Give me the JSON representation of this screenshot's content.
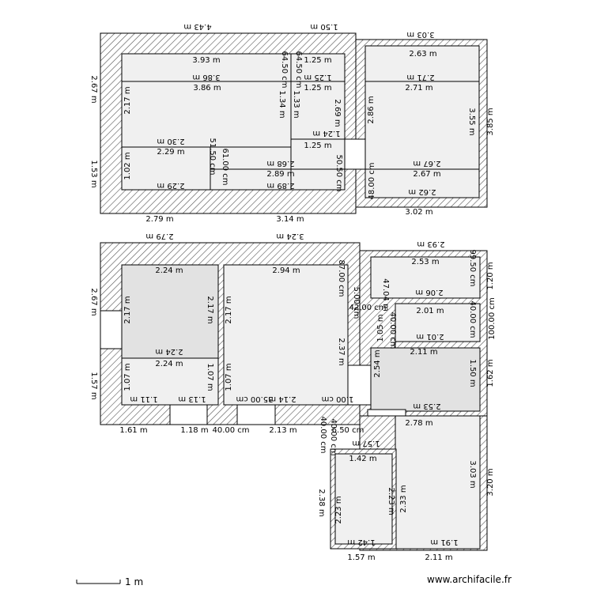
{
  "footer": {
    "scale_label": "1 m",
    "credit": "www.archifacile.fr"
  },
  "colors": {
    "wall_stroke": "#000000",
    "hatch": "#444444",
    "room_fill": "#f0f0f0",
    "room_fill_dark": "#e2e2e2"
  },
  "labels": [
    {
      "text": "4.43 m",
      "rot": 180
    },
    {
      "text": "1.50 m",
      "rot": 180
    },
    {
      "text": "3.03 m",
      "rot": 180
    },
    {
      "text": "3.93 m",
      "rot": 0
    },
    {
      "text": "1.25 m",
      "rot": 0
    },
    {
      "text": "2.63 m",
      "rot": 0
    },
    {
      "text": "3.86 m",
      "rot": 180
    },
    {
      "text": "1.25 m",
      "rot": 180
    },
    {
      "text": "2.71 m",
      "rot": 180
    },
    {
      "text": "3.86 m",
      "rot": 0
    },
    {
      "text": "1.25 m",
      "rot": 0
    },
    {
      "text": "2.71 m",
      "rot": 0
    },
    {
      "text": "64.50 cm",
      "rot": 90
    },
    {
      "text": "64.50 cm",
      "rot": 90
    },
    {
      "text": "1.34 m",
      "rot": 90
    },
    {
      "text": "1.33 m",
      "rot": 90
    },
    {
      "text": "2.67 m",
      "rot": 90
    },
    {
      "text": "2.17 m",
      "rot": -90
    },
    {
      "text": "2.69 m",
      "rot": 90
    },
    {
      "text": "2.86 m",
      "rot": -90
    },
    {
      "text": "3.55 m",
      "rot": 90
    },
    {
      "text": "3.85 m",
      "rot": -90
    },
    {
      "text": "1.24 m",
      "rot": 180
    },
    {
      "text": "1.25 m",
      "rot": 0
    },
    {
      "text": "2.30 m",
      "rot": 180
    },
    {
      "text": "2.29 m",
      "rot": 0
    },
    {
      "text": "51.50 cm",
      "rot": 90
    },
    {
      "text": "61.00 cm",
      "rot": 90
    },
    {
      "text": "1.02 m",
      "rot": -90
    },
    {
      "text": "1.53 m",
      "rot": 90
    },
    {
      "text": "2.68 m",
      "rot": 180
    },
    {
      "text": "2.89 m",
      "rot": 0
    },
    {
      "text": "50.50 cm",
      "rot": 90
    },
    {
      "text": "2.67 m",
      "rot": 180
    },
    {
      "text": "2.67 m",
      "rot": 0
    },
    {
      "text": "2.29 m",
      "rot": 180
    },
    {
      "text": "2.89 m",
      "rot": 180
    },
    {
      "text": "48.00 cm",
      "rot": -90
    },
    {
      "text": "2.62 m",
      "rot": 180
    },
    {
      "text": "2.79 m",
      "rot": 0
    },
    {
      "text": "3.14 m",
      "rot": 0
    },
    {
      "text": "3.02 m",
      "rot": 0
    },
    {
      "text": "2.79 m",
      "rot": 180
    },
    {
      "text": "3.24 m",
      "rot": 180
    },
    {
      "text": "2.93 m",
      "rot": 180
    },
    {
      "text": "2.24 m",
      "rot": 0
    },
    {
      "text": "2.94 m",
      "rot": 0
    },
    {
      "text": "2.53 m",
      "rot": 0
    },
    {
      "text": "87.00 cm",
      "rot": 90
    },
    {
      "text": "99.50 cm",
      "rot": 90
    },
    {
      "text": "1.20 m",
      "rot": -90
    },
    {
      "text": "2.06 m",
      "rot": 180
    },
    {
      "text": "47.04 m",
      "rot": 90
    },
    {
      "text": "5.00 cm",
      "rot": 90
    },
    {
      "text": "42.00 cm",
      "rot": 0
    },
    {
      "text": "2.01 m",
      "rot": 0
    },
    {
      "text": "40.00 cm",
      "rot": 90
    },
    {
      "text": "100.00 cm",
      "rot": -90
    },
    {
      "text": "2.67 m",
      "rot": 90
    },
    {
      "text": "2.17 m",
      "rot": -90
    },
    {
      "text": "2.17 m",
      "rot": 90
    },
    {
      "text": "2.17 m",
      "rot": -90
    },
    {
      "text": "1.05 m",
      "rot": -90
    },
    {
      "text": "40.00 cm",
      "rot": 90
    },
    {
      "text": "2.01 m",
      "rot": 180
    },
    {
      "text": "2.37 m",
      "rot": 90
    },
    {
      "text": "2.11 m",
      "rot": 0
    },
    {
      "text": "2.54 m",
      "rot": -90
    },
    {
      "text": "2.24 m",
      "rot": 180
    },
    {
      "text": "2.24 m",
      "rot": 0
    },
    {
      "text": "1.57 m",
      "rot": 90
    },
    {
      "text": "1.07 m",
      "rot": -90
    },
    {
      "text": "1.07 m",
      "rot": 90
    },
    {
      "text": "1.07 m",
      "rot": -90
    },
    {
      "text": "1.50 m",
      "rot": 90
    },
    {
      "text": "1.62 m",
      "rot": -90
    },
    {
      "text": "1.11 m",
      "rot": 180
    },
    {
      "text": "1.13 m",
      "rot": 180
    },
    {
      "text": "35.00 cm",
      "rot": 180
    },
    {
      "text": "2.14 m",
      "rot": 180
    },
    {
      "text": "1.00 cm",
      "rot": 180
    },
    {
      "text": "2.53 m",
      "rot": 180
    },
    {
      "text": "1.61 m",
      "rot": 0
    },
    {
      "text": "1.18 m",
      "rot": 0
    },
    {
      "text": "40.00 cm",
      "rot": 0
    },
    {
      "text": "2.13 m",
      "rot": 0
    },
    {
      "text": "6.50 cm",
      "rot": 0
    },
    {
      "text": "2.78 m",
      "rot": 0
    },
    {
      "text": "40.00 cm",
      "rot": 90
    },
    {
      "text": "40.00 cm",
      "rot": 90
    },
    {
      "text": "1.57 m",
      "rot": 180
    },
    {
      "text": "1.42 m",
      "rot": 0
    },
    {
      "text": "3.03 m",
      "rot": 90
    },
    {
      "text": "3.20 m",
      "rot": -90
    },
    {
      "text": "2.38 m",
      "rot": 90
    },
    {
      "text": "2.23 m",
      "rot": -90
    },
    {
      "text": "2.23 m",
      "rot": 90
    },
    {
      "text": "2.33 m",
      "rot": -90
    },
    {
      "text": "1.42 m",
      "rot": 180
    },
    {
      "text": "1.91 m",
      "rot": 180
    },
    {
      "text": "1.57 m",
      "rot": 0
    },
    {
      "text": "2.11 m",
      "rot": 0
    }
  ]
}
